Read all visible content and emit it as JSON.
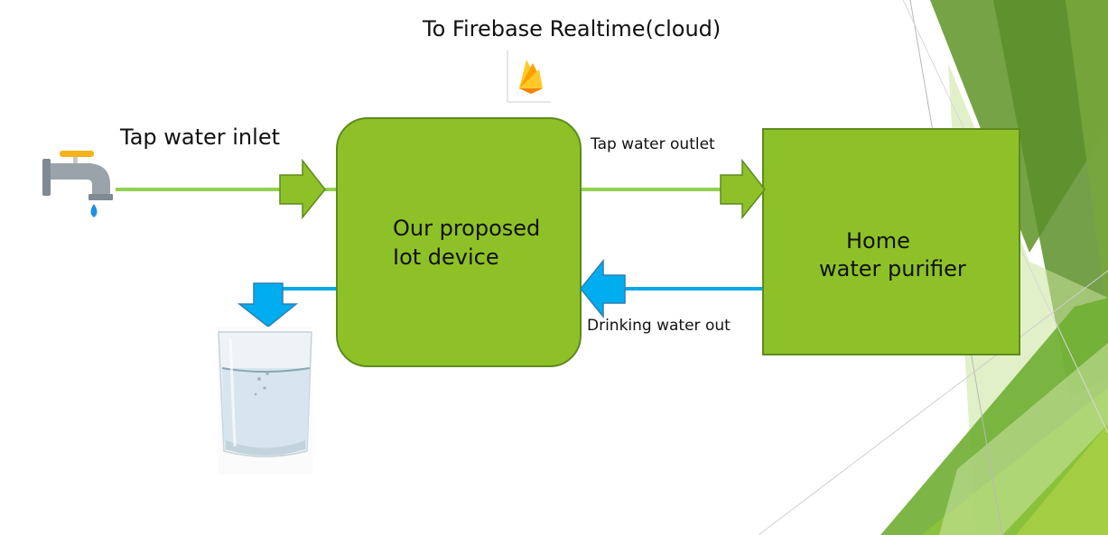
{
  "cloud": {
    "title": "To Firebase Realtime(cloud)",
    "icon": "firebase-icon"
  },
  "inlet": {
    "label": "Tap water inlet",
    "icon": "faucet-icon"
  },
  "iot_device": {
    "line1": "Our proposed",
    "line2": "Iot device"
  },
  "purifier": {
    "line1": "Home",
    "line2": "water purifier"
  },
  "flows": {
    "outlet_label": "Tap water outlet",
    "drinking_label": "Drinking water out"
  },
  "glass": {
    "icon": "water-glass-icon"
  },
  "colors": {
    "box_fill": "#8ec127",
    "box_stroke": "#5d8a1e",
    "tap_flow_line": "#92d050",
    "drinking_flow_line": "#00a9e6",
    "green_arrow": "#8ec127",
    "blue_arrow": "#00aeef"
  }
}
